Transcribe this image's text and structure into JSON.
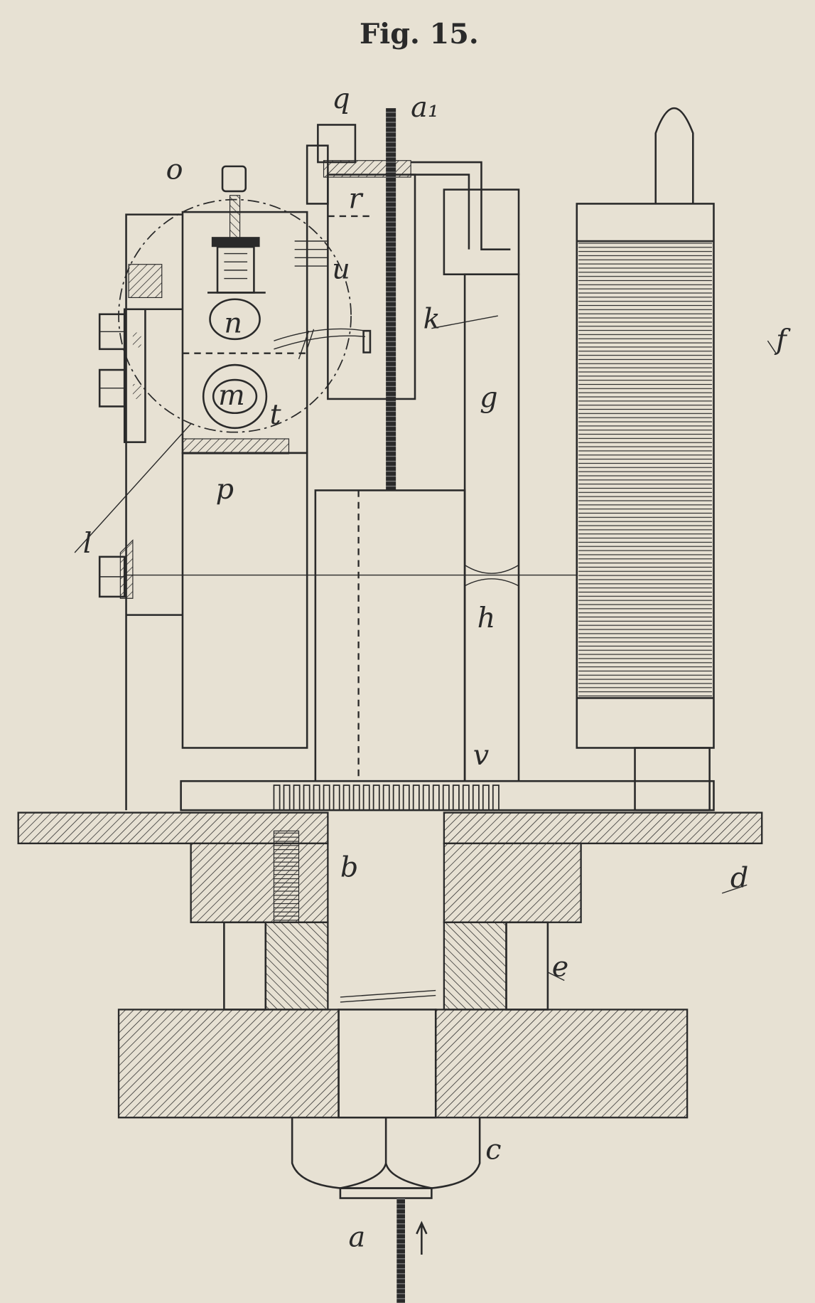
{
  "figure": {
    "title": "Fig. 15.",
    "labels": {
      "o": "o",
      "q": "q",
      "a1": "a₁",
      "r": "r",
      "u": "u",
      "k": "k",
      "n": "n",
      "m": "m",
      "t": "t",
      "p": "p",
      "l": "l",
      "g": "g",
      "f": "f",
      "h": "h",
      "v": "v",
      "b": "b",
      "d": "d",
      "e": "e",
      "c": "c",
      "a": "a"
    }
  },
  "colors": {
    "paper": "#e7e1d3",
    "ink": "#2a2a2a"
  }
}
